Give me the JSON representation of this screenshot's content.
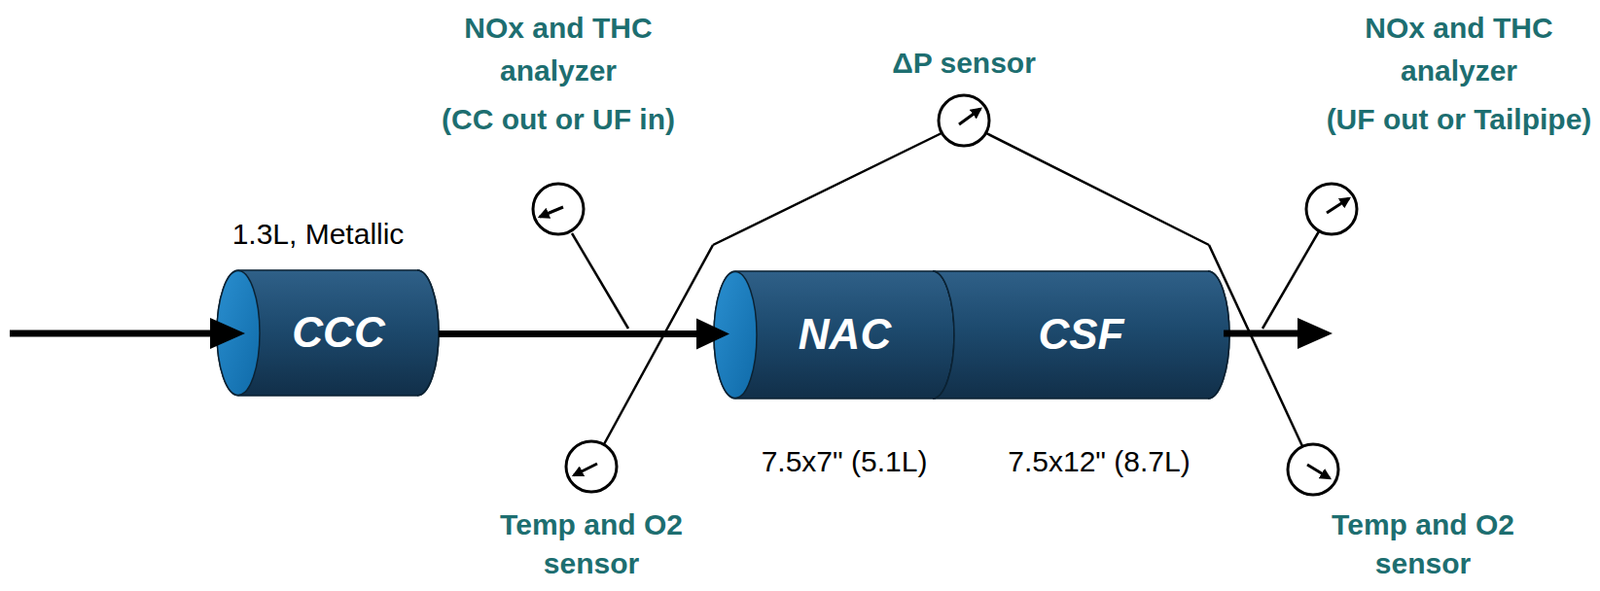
{
  "diagram": {
    "nodes": [
      {
        "text": [
          "CCC"
        ]
      },
      {
        "text": [
          "NAC"
        ]
      },
      {
        "text": [
          "CSF"
        ]
      }
    ],
    "edges": [
      {
        "from": 0,
        "to": 1,
        "arrow": "to"
      }
    ],
    "labels": [
      "1.3L, Metallic",
      "NOx and THC analyzer",
      "(CC out or UF in)",
      "Temp and O2 sensor",
      "ΔP sensor",
      "NOx and THC analyzer",
      "(UF out or Tailpipe)",
      "7.5x7\" (5.1L)",
      "7.5x12\" (8.7L)",
      "Temp and O2 sensor"
    ]
  }
}
